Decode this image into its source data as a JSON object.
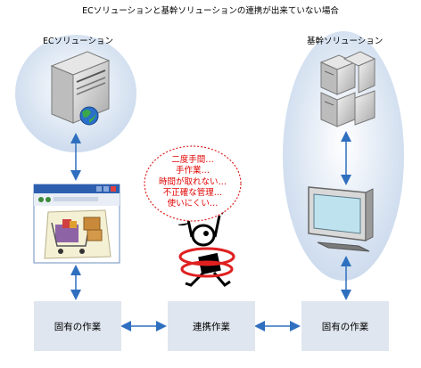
{
  "title": "ECソリューションと基幹ソリューションの連携が出来ていない場合",
  "left_system": {
    "label": "ECソリューション"
  },
  "right_system": {
    "label": "基幹ソリューション"
  },
  "boxes": {
    "left": "固有の作業",
    "center": "連携作業",
    "right": "固有の作業"
  },
  "thought_bubble": {
    "lines": [
      "二度手間…",
      "手作業…",
      "時間が取れない…",
      "不正確な管理…",
      "使いにくい…"
    ]
  },
  "colors": {
    "accent_blue": "#2f6fbf",
    "box_fill": "#dfe6ef",
    "ellipse_fill": "#cfddee",
    "bubble_text": "#e00000"
  }
}
